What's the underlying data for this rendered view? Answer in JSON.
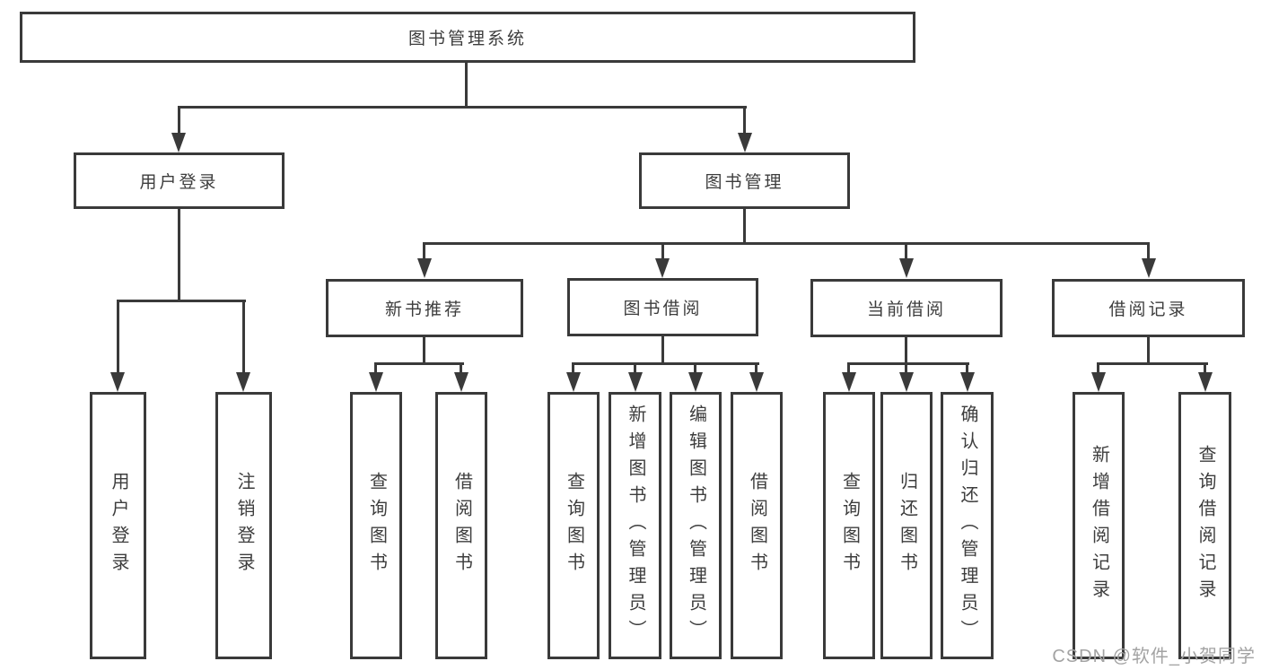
{
  "tree": {
    "root": {
      "label": "图书管理系统",
      "children": [
        {
          "label": "用户登录",
          "children": [
            {
              "label": "用户登录"
            },
            {
              "label": "注销登录"
            }
          ]
        },
        {
          "label": "图书管理",
          "children": [
            {
              "label": "新书推荐",
              "children": [
                {
                  "label": "查询图书"
                },
                {
                  "label": "借阅图书"
                }
              ]
            },
            {
              "label": "图书借阅",
              "children": [
                {
                  "label": "查询图书"
                },
                {
                  "label": "新增图书（管理员）"
                },
                {
                  "label": "编辑图书（管理员）"
                },
                {
                  "label": "借阅图书"
                }
              ]
            },
            {
              "label": "当前借阅",
              "children": [
                {
                  "label": "查询图书"
                },
                {
                  "label": "归还图书"
                },
                {
                  "label": "确认归还（管理员）"
                }
              ]
            },
            {
              "label": "借阅记录",
              "children": [
                {
                  "label": "新增借阅记录"
                },
                {
                  "label": "查询借阅记录"
                }
              ]
            }
          ]
        }
      ]
    }
  },
  "colors": {
    "line": "#3a3a3a",
    "text": "#3d3d3d",
    "watermark": "#a3a3a3",
    "background": "#ffffff"
  },
  "watermark": "CSDN @软件_小贺同学"
}
